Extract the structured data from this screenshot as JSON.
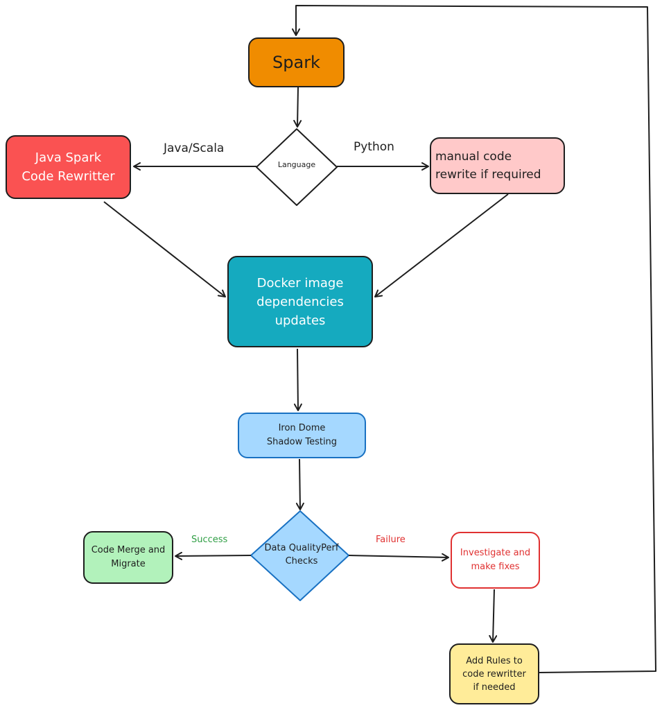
{
  "nodes": {
    "spark": {
      "lines": [
        "Spark"
      ],
      "color": "#f08c00"
    },
    "java_rewriter": {
      "lines": [
        "Java Spark",
        "Code Rewritter"
      ],
      "color": "#fa5252"
    },
    "manual_rewrite": {
      "lines": [
        "manual code",
        "rewrite if required"
      ],
      "color": "#ffc9c9"
    },
    "language": {
      "lines": [
        "Language"
      ],
      "color": "#ffffff"
    },
    "docker": {
      "lines": [
        "Docker image",
        "dependencies",
        "updates"
      ],
      "color": "#15aabf"
    },
    "iron_dome": {
      "lines": [
        "Iron Dome",
        "Shadow Testing"
      ],
      "color": "#a5d8ff"
    },
    "data_quality": {
      "lines": [
        "Data Quality",
        "Perf Checks"
      ],
      "color": "#a5d8ff"
    },
    "code_merge": {
      "lines": [
        "Code Merge and",
        "Migrate"
      ],
      "color": "#b2f2bb"
    },
    "investigate": {
      "lines": [
        "Investigate and",
        "make fixes"
      ],
      "color": "#e03131"
    },
    "add_rules": {
      "lines": [
        "Add Rules to",
        "code rewritter",
        "if needed"
      ],
      "color": "#ffec99"
    }
  },
  "edges": {
    "java_scala": "Java/Scala",
    "python": "Python",
    "success": "Success",
    "failure": "Failure"
  },
  "colors": {
    "stroke": "#1e1e1e",
    "success": "#2f9e44",
    "failure": "#e03131"
  }
}
